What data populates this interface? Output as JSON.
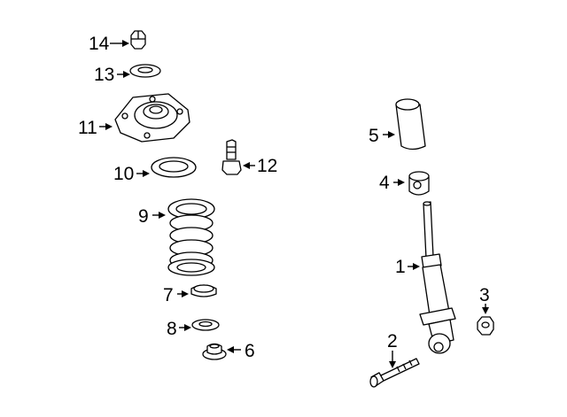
{
  "callouts": {
    "c1": "1",
    "c2": "2",
    "c3": "3",
    "c4": "4",
    "c5": "5",
    "c6": "6",
    "c7": "7",
    "c8": "8",
    "c9": "9",
    "c10": "10",
    "c11": "11",
    "c12": "12",
    "c13": "13",
    "c14": "14"
  },
  "parts": [
    "shock-absorber",
    "bolt",
    "nut",
    "bump-stop",
    "dust-boot",
    "nut-lower",
    "lower-spring-seat",
    "lower-insulator",
    "coil-spring",
    "upper-insulator",
    "strut-mount",
    "stud",
    "washer",
    "top-nut"
  ]
}
